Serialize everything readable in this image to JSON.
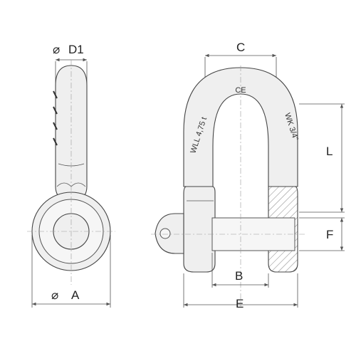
{
  "dimensions": {
    "d1": "D1",
    "a": "A",
    "b": "B",
    "c": "C",
    "e": "E",
    "f": "F",
    "l": "L",
    "diameter_symbol": "⌀"
  },
  "markings": {
    "ce": "CE",
    "wll": "WLL 4,75 t",
    "wk": "WK 3/4\""
  }
}
